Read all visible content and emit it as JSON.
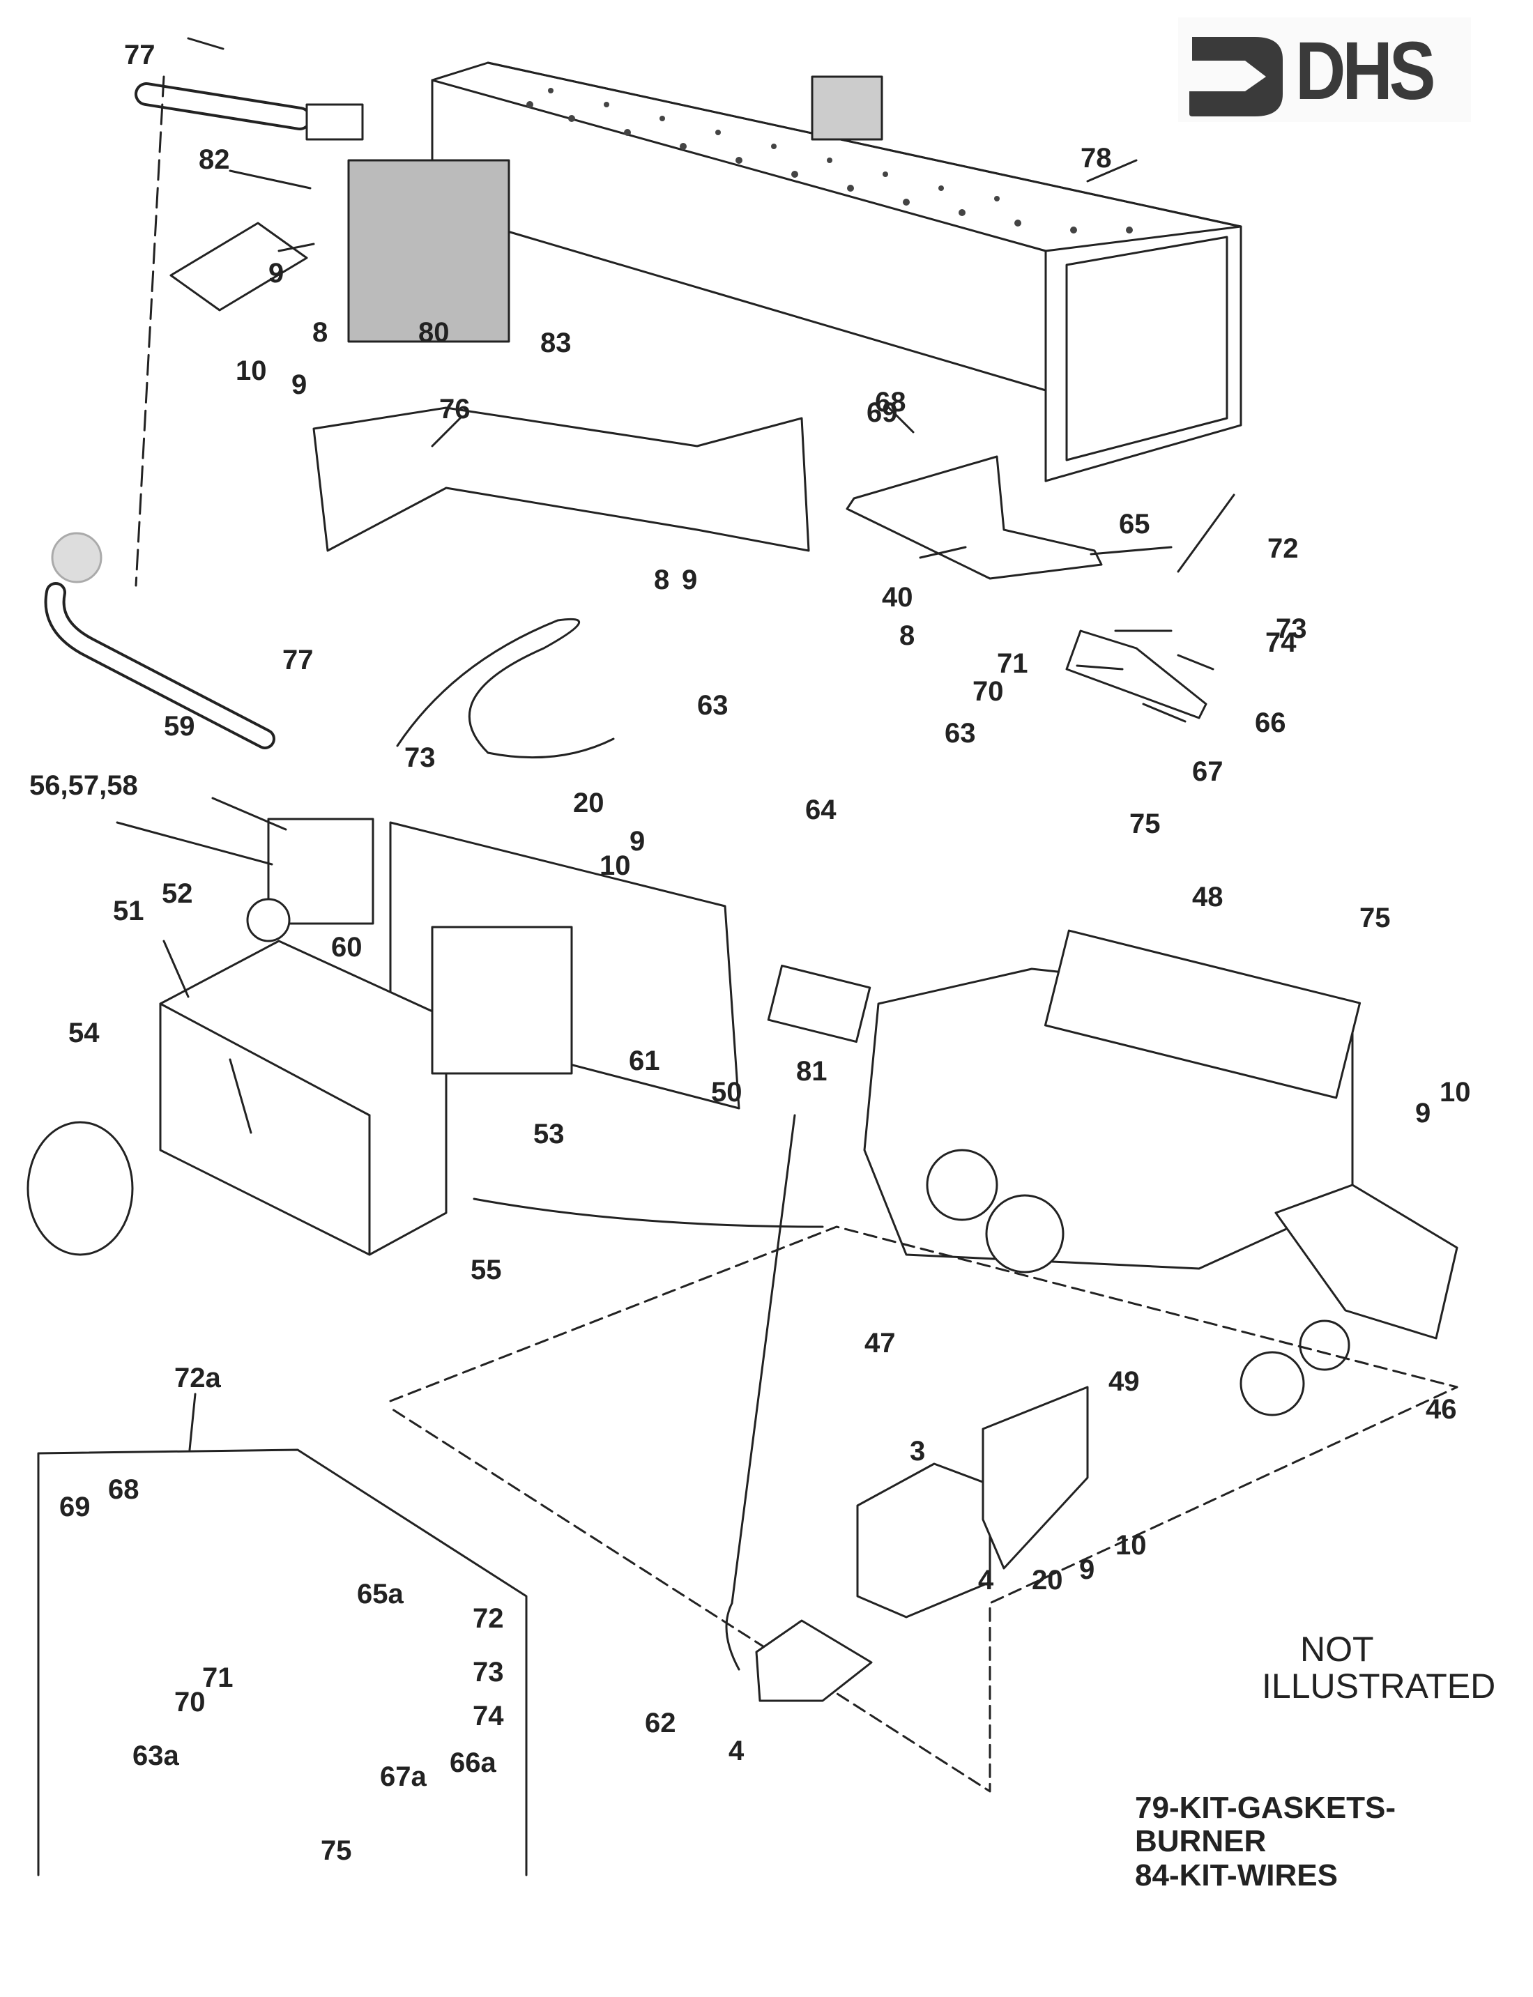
{
  "logo": {
    "text": "DHS",
    "icon": "arrow-bracket-logo",
    "color": "#3a3a3a"
  },
  "note": {
    "line1": "NOT",
    "line2": "ILLUSTRATED"
  },
  "kits": [
    {
      "line1": "79-KIT-GASKETS-",
      "line2": "BURNER"
    },
    {
      "line1": "84-KIT-WIRES"
    }
  ],
  "inset": {
    "title": "72a"
  },
  "labels": {
    "l77a": "77",
    "l78": "78",
    "l82": "82",
    "l9a": "9",
    "l8a": "8",
    "l80": "80",
    "l83": "83",
    "l10a": "10",
    "l9b": "9",
    "l76": "76",
    "l8b": "8",
    "l9c": "9",
    "l69": "69",
    "l68": "68",
    "l65": "65",
    "l72": "72",
    "l40": "40",
    "l8c": "8",
    "l73a": "73",
    "l71": "71",
    "l74": "74",
    "l70": "70",
    "l66": "66",
    "l77b": "77",
    "l63a": "63",
    "l63b": "63",
    "l67": "67",
    "l59": "59",
    "l56": "56,57,58",
    "l73b": "73",
    "l20a": "20",
    "l64": "64",
    "l75a": "75",
    "l10b": "10",
    "l9d": "9",
    "l48": "48",
    "l75b": "75",
    "l51": "51",
    "l52": "52",
    "l60": "60",
    "l61": "61",
    "l81": "81",
    "l50": "50",
    "l10c": "10",
    "l9e": "9",
    "l54": "54",
    "l53": "53",
    "l55": "55",
    "l47": "47",
    "l46": "46",
    "l49": "49",
    "l3": "3",
    "l10d": "10",
    "l9f": "9",
    "l20b": "20",
    "l4a": "4",
    "l62": "62",
    "l4b": "4",
    "i68": "68",
    "i69": "69",
    "i65a": "65a",
    "i72": "72",
    "i73": "73",
    "i71": "71",
    "i74": "74",
    "i70": "70",
    "i66a": "66a",
    "i63a": "63a",
    "i67a": "67a",
    "i75": "75"
  }
}
